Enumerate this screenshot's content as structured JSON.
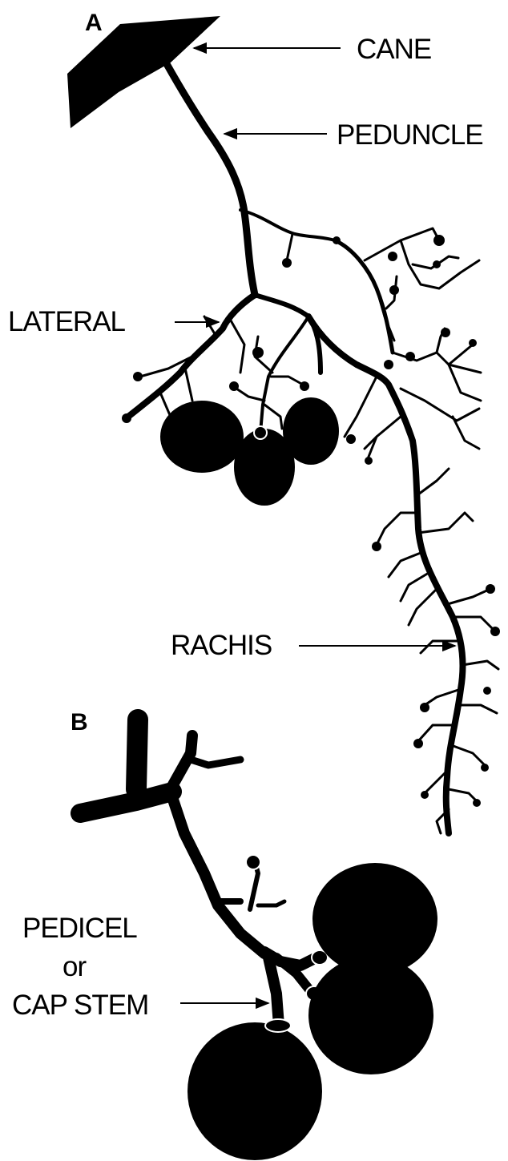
{
  "panels": {
    "a": {
      "label": "A",
      "callouts": {
        "cane": "CANE",
        "peduncle": "PEDUNCLE",
        "lateral": "LATERAL",
        "rachis": "RACHIS"
      }
    },
    "b": {
      "label": "B",
      "callouts": {
        "pedicel_line1": "PEDICEL",
        "pedicel_line2": "or",
        "pedicel_line3": "CAP STEM"
      }
    }
  },
  "colors": {
    "ink": "#000000",
    "background": "#ffffff"
  }
}
